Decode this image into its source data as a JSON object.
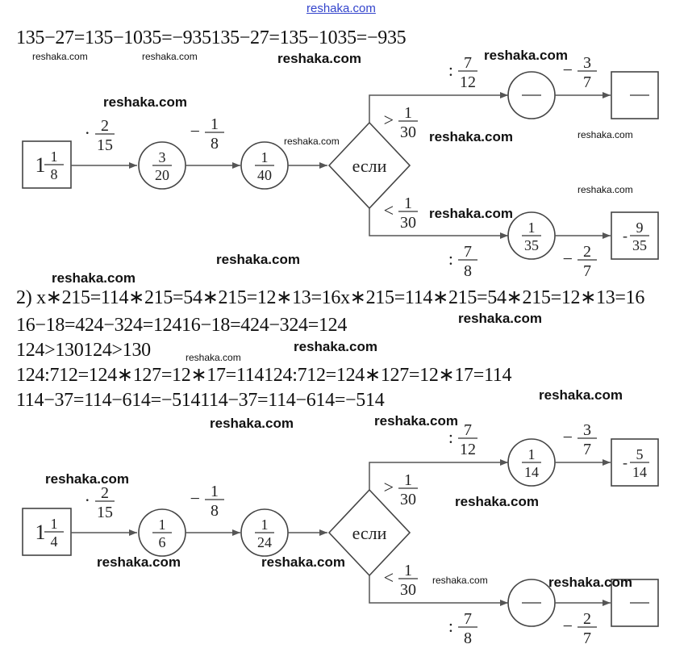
{
  "header_watermark": "reshaka.com",
  "watermark": "reshaka.com",
  "lines": {
    "l1": "135−27=135−1035=−935135−27=135−1035=−935",
    "l2": "2) x∗215=114∗215=54∗215=12∗13=16x∗215=114∗215=54∗215=12∗13=16",
    "l3": "16−18=424−324=12416−18=424−324=124",
    "l4": "124>130124>130",
    "l5": "124:712=124∗127=12∗17=114124:712=124∗127=12∗17=114",
    "l6": "114−37=114−614=−514114−37=114−614=−514"
  },
  "diagrams": [
    {
      "start": {
        "whole": "1",
        "num": "1",
        "den": "8"
      },
      "op1": {
        "sign": "·",
        "num": "2",
        "den": "15"
      },
      "c1": {
        "num": "3",
        "den": "20"
      },
      "op2": {
        "sign": "−",
        "num": "1",
        "den": "8"
      },
      "c2": {
        "num": "1",
        "den": "40"
      },
      "decision": "если",
      "cond_up": {
        "sign": ">",
        "num": "1",
        "den": "30"
      },
      "cond_down": {
        "sign": "<",
        "num": "1",
        "den": "30"
      },
      "up_op1": {
        "sign": ":",
        "num": "7",
        "den": "12"
      },
      "up_c": {
        "num": "",
        "den": ""
      },
      "up_op2": {
        "sign": "−",
        "num": "3",
        "den": "7"
      },
      "up_result": {
        "sign": "",
        "num": "",
        "den": ""
      },
      "down_op1": {
        "sign": ":",
        "num": "7",
        "den": "8"
      },
      "down_c": {
        "num": "1",
        "den": "35"
      },
      "down_op2": {
        "sign": "−",
        "num": "2",
        "den": "7"
      },
      "down_result": {
        "sign": "-",
        "num": "9",
        "den": "35"
      }
    },
    {
      "start": {
        "whole": "1",
        "num": "1",
        "den": "4"
      },
      "op1": {
        "sign": "·",
        "num": "2",
        "den": "15"
      },
      "c1": {
        "num": "1",
        "den": "6"
      },
      "op2": {
        "sign": "−",
        "num": "1",
        "den": "8"
      },
      "c2": {
        "num": "1",
        "den": "24"
      },
      "decision": "если",
      "cond_up": {
        "sign": ">",
        "num": "1",
        "den": "30"
      },
      "cond_down": {
        "sign": "<",
        "num": "1",
        "den": "30"
      },
      "up_op1": {
        "sign": ":",
        "num": "7",
        "den": "12"
      },
      "up_c": {
        "num": "1",
        "den": "14"
      },
      "up_op2": {
        "sign": "−",
        "num": "3",
        "den": "7"
      },
      "up_result": {
        "sign": "-",
        "num": "5",
        "den": "14"
      },
      "down_op1": {
        "sign": ":",
        "num": "7",
        "den": "8"
      },
      "down_c": {
        "num": "",
        "den": ""
      },
      "down_op2": {
        "sign": "−",
        "num": "2",
        "den": "7"
      },
      "down_result": {
        "sign": "",
        "num": "",
        "den": ""
      }
    }
  ]
}
